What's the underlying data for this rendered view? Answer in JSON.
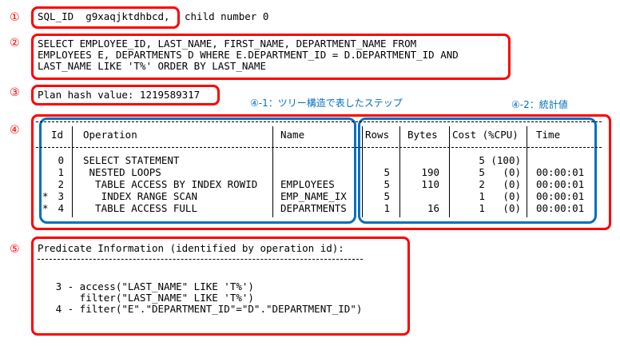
{
  "markers": [
    "①",
    "②",
    "③",
    "④",
    "⑤"
  ],
  "sql_id": {
    "label": "SQL_ID  g9xaqjktdhbcd,",
    "child": "child number 0"
  },
  "sql_text": [
    "SELECT EMPLOYEE_ID, LAST_NAME, FIRST_NAME, DEPARTMENT_NAME FROM",
    "EMPLOYEES E, DEPARTMENTS D WHERE E.DEPARTMENT_ID = D.DEPARTMENT_ID AND",
    "LAST_NAME LIKE 'T%' ORDER BY LAST_NAME"
  ],
  "plan_hash": "Plan hash value: 1219589317",
  "labels": {
    "tree": "④-1：ツリー構造で表したステップ",
    "stats": "④-2：統計値"
  },
  "plan_table": {
    "headers": {
      "id": "Id",
      "operation": "Operation",
      "name": "Name",
      "rows": "Rows",
      "bytes": "Bytes",
      "cost": "Cost (%CPU)",
      "time": "Time"
    },
    "rows": [
      {
        "star": "",
        "id": "0",
        "operation": "SELECT STATEMENT",
        "name": "",
        "rows": "",
        "bytes": "",
        "cost": "5 (100)",
        "time": ""
      },
      {
        "star": "",
        "id": "1",
        "operation": " NESTED LOOPS",
        "name": "",
        "rows": "5",
        "bytes": "190",
        "cost": "5   (0)",
        "time": "00:00:01"
      },
      {
        "star": "",
        "id": "2",
        "operation": "  TABLE ACCESS BY INDEX ROWID",
        "name": "EMPLOYEES",
        "rows": "5",
        "bytes": "110",
        "cost": "2   (0)",
        "time": "00:00:01"
      },
      {
        "star": "*",
        "id": "3",
        "operation": "   INDEX RANGE SCAN",
        "name": "EMP_NAME_IX",
        "rows": "5",
        "bytes": "",
        "cost": "1   (0)",
        "time": "00:00:01"
      },
      {
        "star": "*",
        "id": "4",
        "operation": "  TABLE ACCESS FULL",
        "name": "DEPARTMENTS",
        "rows": "1",
        "bytes": "16",
        "cost": "1   (0)",
        "time": "00:00:01"
      }
    ]
  },
  "predicate": {
    "title": "Predicate Information (identified by operation id):",
    "lines": [
      "   3 - access(\"LAST_NAME\" LIKE 'T%')",
      "       filter(\"LAST_NAME\" LIKE 'T%')",
      "   4 - filter(\"E\".\"DEPARTMENT_ID\"=\"D\".\"DEPARTMENT_ID\")"
    ]
  }
}
